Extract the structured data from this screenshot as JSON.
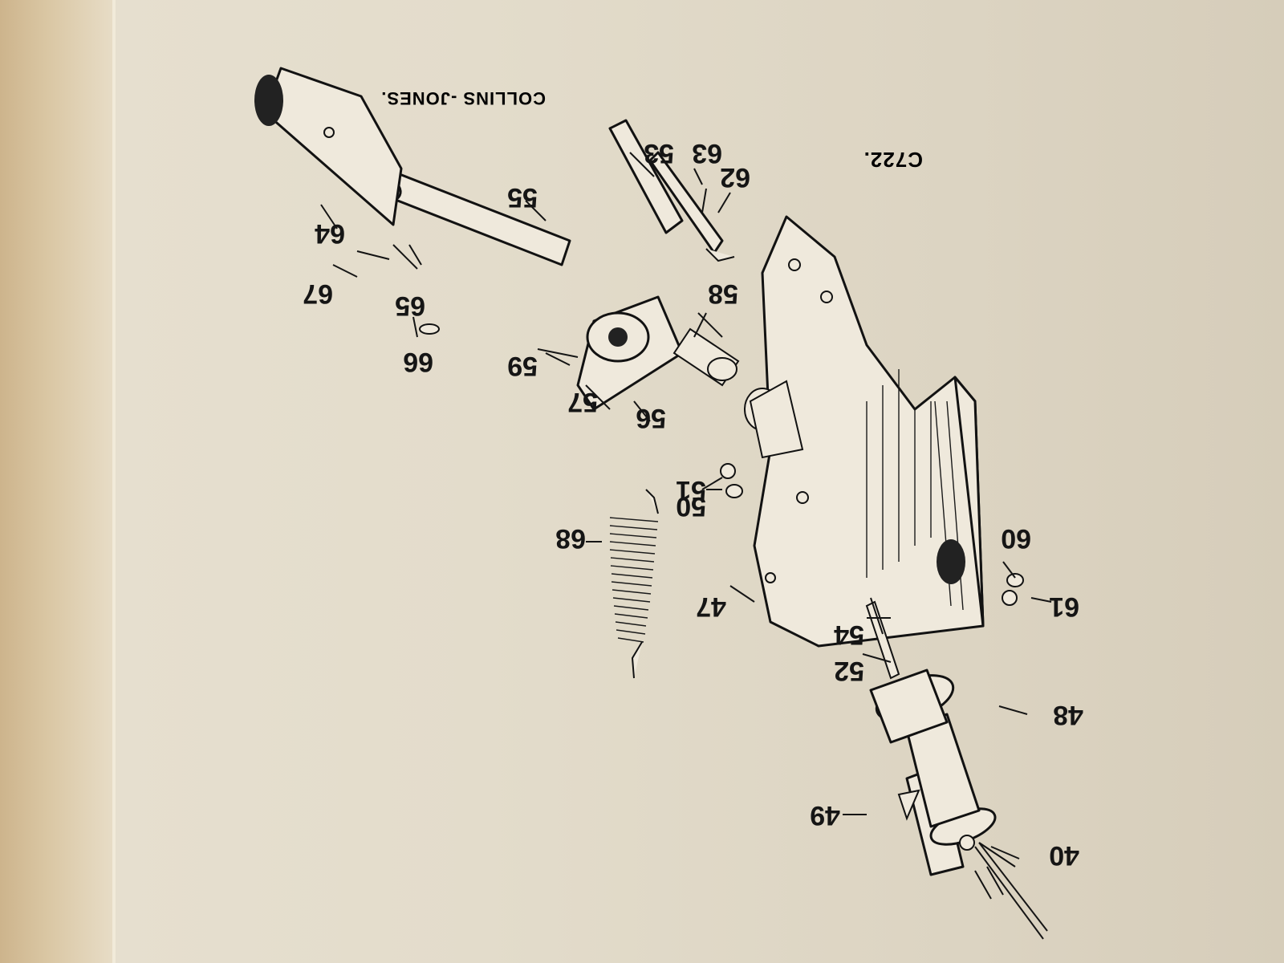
{
  "drawing": {
    "title": "COLLINS -JONES.",
    "code": "C722."
  },
  "callouts": [
    {
      "id": "c40",
      "text": "40"
    },
    {
      "id": "c47",
      "text": "47"
    },
    {
      "id": "c48",
      "text": "48"
    },
    {
      "id": "c49",
      "text": "49"
    },
    {
      "id": "c50",
      "text": "50"
    },
    {
      "id": "c51",
      "text": "51"
    },
    {
      "id": "c52",
      "text": "52"
    },
    {
      "id": "c53",
      "text": "53"
    },
    {
      "id": "c54",
      "text": "54"
    },
    {
      "id": "c55",
      "text": "55"
    },
    {
      "id": "c56",
      "text": "56"
    },
    {
      "id": "c57",
      "text": "57"
    },
    {
      "id": "c58",
      "text": "58"
    },
    {
      "id": "c59",
      "text": "59"
    },
    {
      "id": "c60",
      "text": "60"
    },
    {
      "id": "c61",
      "text": "61"
    },
    {
      "id": "c62",
      "text": "62"
    },
    {
      "id": "c63",
      "text": "63"
    },
    {
      "id": "c64",
      "text": "64"
    },
    {
      "id": "c65",
      "text": "65"
    },
    {
      "id": "c66",
      "text": "66"
    },
    {
      "id": "c67",
      "text": "67"
    },
    {
      "id": "c68",
      "text": "68"
    }
  ]
}
